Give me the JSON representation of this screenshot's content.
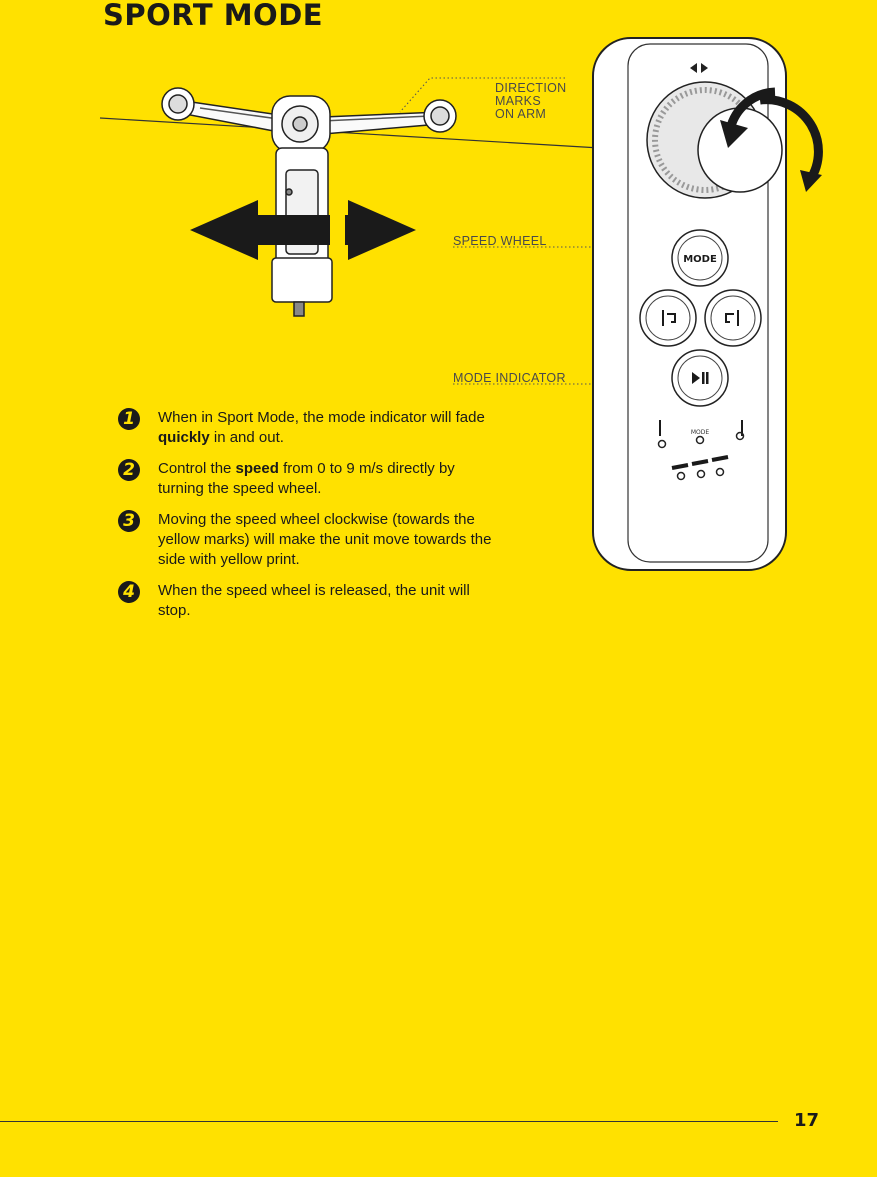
{
  "page": {
    "title": "SPORT MODE",
    "page_number": "17"
  },
  "callouts": {
    "direction_line1": "DIRECTION",
    "direction_line2": "MARKS",
    "direction_line3": "ON ARM",
    "speed_wheel": "SPEED WHEEL",
    "mode_indicator": "MODE INDICATOR"
  },
  "remote": {
    "mode_button": "MODE",
    "indicator_mode_label": "MODE"
  },
  "steps": [
    {
      "number": "1",
      "pre": "When in Sport Mode, the mode indicator will fade ",
      "bold": "quickly",
      "post": " in and out."
    },
    {
      "number": "2",
      "pre": "Control the ",
      "bold": "speed",
      "post": " from 0 to 9 m/s directly by turning the speed wheel."
    },
    {
      "number": "3",
      "pre": "Moving the speed wheel clockwise (towards the yellow marks) will make the unit move towards the side with yellow print.",
      "bold": "",
      "post": ""
    },
    {
      "number": "4",
      "pre": "When the speed wheel is released, the unit will stop.",
      "bold": "",
      "post": ""
    }
  ],
  "colors": {
    "background": "#ffe100",
    "ink": "#1a1a1a"
  }
}
